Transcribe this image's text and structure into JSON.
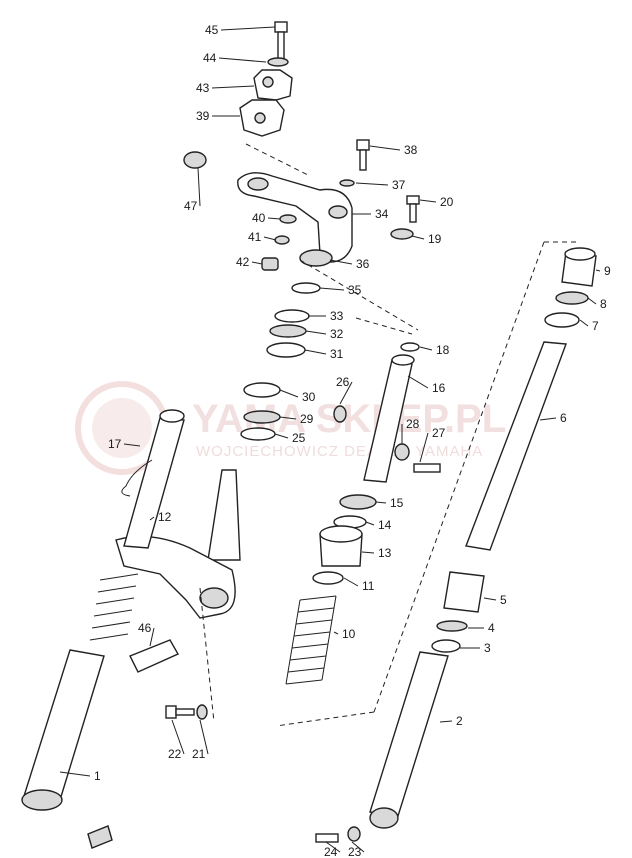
{
  "watermark": {
    "main": "YAMA SKLEP.PL",
    "sub": "WOJCIECHOWICZ DEALER YAMAHA"
  },
  "labels": [
    "45",
    "44",
    "43",
    "39",
    "38",
    "37",
    "20",
    "19",
    "34",
    "36",
    "47",
    "40",
    "41",
    "42",
    "35",
    "33",
    "32",
    "31",
    "18",
    "30",
    "29",
    "25",
    "26",
    "16",
    "28",
    "27",
    "17",
    "12",
    "15",
    "14",
    "13",
    "11",
    "10",
    "9",
    "8",
    "7",
    "6",
    "5",
    "4",
    "3",
    "46",
    "22",
    "21",
    "2",
    "1",
    "24",
    "23"
  ],
  "colors": {
    "line": "#222222",
    "watermark": "#e8c6c6",
    "paper": "#ffffff"
  }
}
